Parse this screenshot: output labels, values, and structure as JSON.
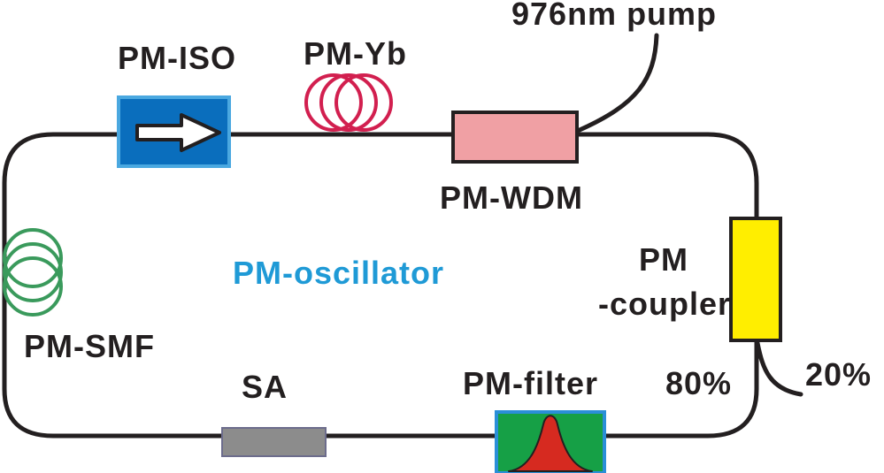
{
  "labels": {
    "pump": "976nm pump",
    "iso": "PM-ISO",
    "yb": "PM-Yb",
    "wdm": "PM-WDM",
    "coupler_line1": "PM",
    "coupler_line2": "-coupler",
    "oscillator": "PM-oscillator",
    "smf": "PM-SMF",
    "sa": "SA",
    "filter": "PM-filter",
    "split_80": "80%",
    "split_20": "20%"
  },
  "colors": {
    "fiber": "#231f20",
    "iso_box": "#0a6ebd",
    "iso_border": "#4aa8e0",
    "yb_coil": "#d21f4f",
    "wdm_box": "#f0a0a4",
    "coupler_box": "#ffee00",
    "smf_coil": "#3a9a5c",
    "sa_box": "#8c8c8c",
    "filter_bg": "#16a046",
    "filter_border": "#2a8fd8",
    "filter_peak": "#d62a20",
    "oscillator_text": "#1f9ad6"
  },
  "icons": {
    "iso": "arrow-right-icon",
    "filter": "gaussian-peak-icon",
    "yb": "fiber-coil-icon",
    "smf": "fiber-coil-icon"
  }
}
